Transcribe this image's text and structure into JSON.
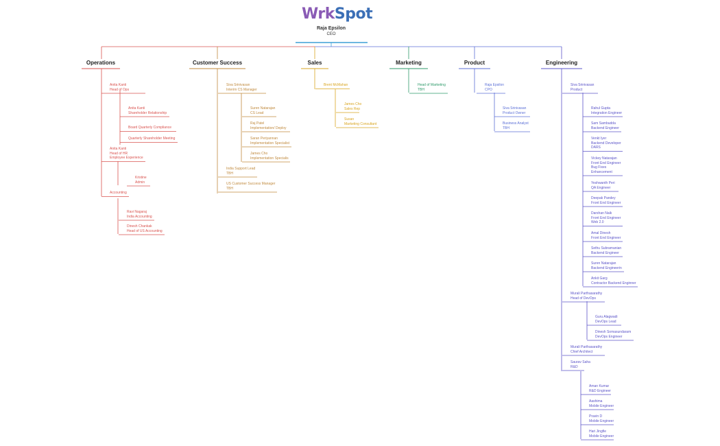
{
  "logo": {
    "part1": "Wrk",
    "part2": "Spot"
  },
  "ceo": {
    "name": "Raja Epsilon",
    "title": "CEO"
  },
  "colors": {
    "ceo_line": "#3b9fd6",
    "ops": "#d9534f",
    "cs": "#c08a3e",
    "sales": "#d9a520",
    "marketing": "#2e9a6a",
    "product": "#5b6fd6",
    "engineering": "#5b54c8"
  },
  "departments": [
    {
      "key": "ops",
      "label": "Operations"
    },
    {
      "key": "cs",
      "label": "Customer Success"
    },
    {
      "key": "sales",
      "label": "Sales"
    },
    {
      "key": "marketing",
      "label": "Marketing"
    },
    {
      "key": "product",
      "label": "Product"
    },
    {
      "key": "engineering",
      "label": "Engineering"
    }
  ],
  "nodes": {
    "ops": [
      {
        "id": "ops_kanti1",
        "lines": [
          "Anita Kanti",
          "Head of Ops"
        ]
      },
      {
        "id": "ops_kanti_sr",
        "lines": [
          "Anita Kanti",
          "Shareholder Relationship"
        ]
      },
      {
        "id": "ops_bqc",
        "lines": [
          "Board Quarterly Compliance"
        ]
      },
      {
        "id": "ops_qsm",
        "lines": [
          "Quarterly Shareholder Meeting"
        ]
      },
      {
        "id": "ops_kanti_hr",
        "lines": [
          "Anita Kanti",
          "Head of HR",
          "Employee Experience"
        ]
      },
      {
        "id": "ops_kristine",
        "lines": [
          "Kristine",
          "Admin"
        ]
      },
      {
        "id": "ops_accounting",
        "lines": [
          "Accounting"
        ]
      },
      {
        "id": "ops_ravi",
        "lines": [
          "Ravi Nagaraj",
          "India Accounting"
        ]
      },
      {
        "id": "ops_dinesh",
        "lines": [
          "Dinesh Chankak",
          "Head of US Accounting"
        ]
      }
    ],
    "cs": [
      {
        "id": "cs_siva",
        "lines": [
          "Siva Srinivasan",
          "Interim CS Manager"
        ]
      },
      {
        "id": "cs_suren",
        "lines": [
          "Suren Natarajan",
          "CS Lead"
        ]
      },
      {
        "id": "cs_raj",
        "lines": [
          "Raj Patel",
          "Implementation/ Deploy"
        ]
      },
      {
        "id": "cs_saran",
        "lines": [
          "Saran Periyannan",
          "Implementation Specialist"
        ]
      },
      {
        "id": "cs_james",
        "lines": [
          "James Cho",
          "Implementation Specialis"
        ]
      },
      {
        "id": "cs_india",
        "lines": [
          "India Support Lead",
          "TBH"
        ]
      },
      {
        "id": "cs_us",
        "lines": [
          "US Customer Success Manager",
          "TBH"
        ]
      }
    ],
    "sales": [
      {
        "id": "sales_brent",
        "lines": [
          "Brent McMahan"
        ]
      },
      {
        "id": "sales_james",
        "lines": [
          "James Cho",
          "Sales Rep"
        ]
      },
      {
        "id": "sales_susan",
        "lines": [
          "Susan",
          "Marketing Consultant"
        ]
      }
    ],
    "marketing": [
      {
        "id": "mkt_head",
        "lines": [
          "Head of Marketing",
          "TBH"
        ]
      }
    ],
    "product": [
      {
        "id": "prod_raja",
        "lines": [
          "Raja Epsilon",
          "CPO"
        ]
      },
      {
        "id": "prod_siva",
        "lines": [
          "Siva Srinivasan",
          "Product Owner"
        ]
      },
      {
        "id": "prod_ba",
        "lines": [
          "Business Analyst",
          "TBH"
        ]
      }
    ],
    "engineering": [
      {
        "id": "eng_siva",
        "lines": [
          "Siva Srinivasan",
          "Product"
        ]
      },
      {
        "id": "eng_rahul",
        "lines": [
          "Rahul Gupta",
          "Integration Engineer"
        ]
      },
      {
        "id": "eng_sam",
        "lines": [
          "Sam Sambudda",
          "Backend Engineer"
        ]
      },
      {
        "id": "eng_venkt",
        "lines": [
          "Venkt Iyer",
          "Backend Developer",
          "DARS"
        ]
      },
      {
        "id": "eng_vickey",
        "lines": [
          "Vickey Natarajan",
          "Front End Engineer",
          "Bug Fixes",
          "Enhancement"
        ]
      },
      {
        "id": "eng_yeshwanth",
        "lines": [
          "Yeshwanth Peri",
          "QA Engineer"
        ]
      },
      {
        "id": "eng_deepak",
        "lines": [
          "Deepak Pandey",
          "Front End Engineer"
        ]
      },
      {
        "id": "eng_darshan",
        "lines": [
          "Darshan Naik",
          "Front End Engineer",
          "Web 2.0"
        ]
      },
      {
        "id": "eng_amal",
        "lines": [
          "Amal Dinesh",
          "Front End Engineer"
        ]
      },
      {
        "id": "eng_sethu",
        "lines": [
          "Sethu Subramanian",
          "Backend Engineer"
        ]
      },
      {
        "id": "eng_suren",
        "lines": [
          "Suren Natarajan",
          "Backend Engineerin"
        ]
      },
      {
        "id": "eng_ankit",
        "lines": [
          "Ankit Garg",
          "Contractor Backend Enginner"
        ]
      },
      {
        "id": "eng_murali1",
        "lines": [
          "Murali Parthasarathy",
          "Head of DevOps"
        ]
      },
      {
        "id": "eng_guru",
        "lines": [
          "Guru Alagwadi",
          "DevOps Lead"
        ]
      },
      {
        "id": "eng_dinesh",
        "lines": [
          "Dinesh Somasundaram",
          "DevOps Engineer"
        ]
      },
      {
        "id": "eng_murali2",
        "lines": [
          "Murali Parthasarathy",
          "Chief Architect"
        ]
      },
      {
        "id": "eng_saurav",
        "lines": [
          "Saurav Saha",
          "R&D"
        ]
      },
      {
        "id": "eng_aman",
        "lines": [
          "Aman Kumar",
          "R&D Engineer"
        ]
      },
      {
        "id": "eng_aashima",
        "lines": [
          "Aashima",
          "Mobile Engineer"
        ]
      },
      {
        "id": "eng_pravin",
        "lines": [
          "Pravin D",
          "Mobile Engineer"
        ]
      },
      {
        "id": "eng_hari",
        "lines": [
          "Hari Jingfie",
          "Mobile Engineer"
        ]
      }
    ]
  }
}
